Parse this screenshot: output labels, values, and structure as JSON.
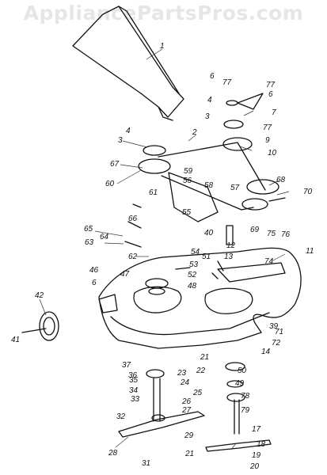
{
  "watermark": "AppliancePartsPros.com",
  "callouts": [
    "1",
    "2",
    "3",
    "3",
    "4",
    "4",
    "6",
    "6",
    "6",
    "7",
    "9",
    "10",
    "11",
    "12",
    "13",
    "14",
    "17",
    "18",
    "19",
    "20",
    "21",
    "21",
    "22",
    "23",
    "24",
    "25",
    "26",
    "27",
    "28",
    "29",
    "31",
    "32",
    "33",
    "34",
    "35",
    "36",
    "37",
    "39",
    "40",
    "41",
    "42",
    "46",
    "47",
    "48",
    "49",
    "50",
    "51",
    "52",
    "53",
    "54",
    "55",
    "56",
    "57",
    "58",
    "59",
    "60",
    "61",
    "62",
    "63",
    "64",
    "65",
    "66",
    "67",
    "68",
    "69",
    "70",
    "71",
    "72",
    "74",
    "75",
    "76",
    "77",
    "77",
    "77",
    "78",
    "79"
  ]
}
